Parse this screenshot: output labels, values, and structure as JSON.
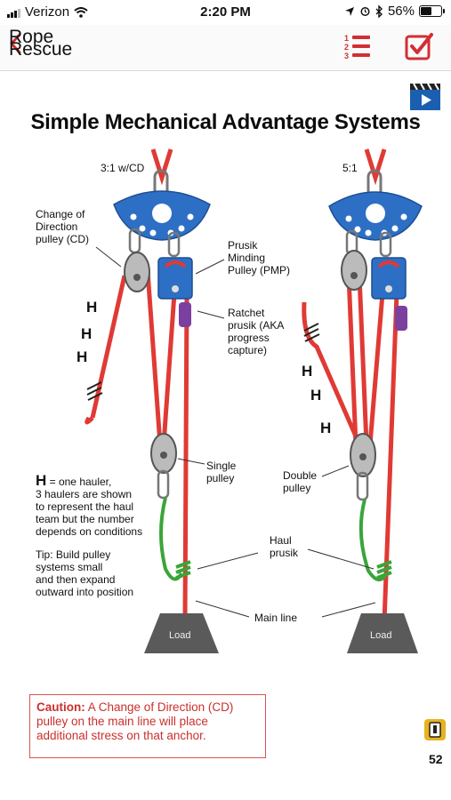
{
  "status_bar": {
    "carrier": "Verizon",
    "time": "2:20 PM",
    "battery": "56%"
  },
  "nav": {
    "back_label": "Rope Rescue",
    "list_icon": "numbered-list-icon",
    "check_icon": "checkbox-icon",
    "list_digits": [
      "1",
      "2",
      "3"
    ]
  },
  "page": {
    "title": "Simple Mechanical Advantage Systems",
    "page_number": "52"
  },
  "diagram": {
    "left_system_label": "3:1 w/CD",
    "right_system_label": "5:1",
    "cd_label": "Change of\nDirection\npulley (CD)",
    "pmp_label": "Prusik\nMinding\nPulley (PMP)",
    "ratchet_label": "Ratchet\nprusik (AKA\nprogress\ncapture)",
    "single_pulley_label": "Single\npulley",
    "double_pulley_label": "Double\npulley",
    "haul_prusik_label": "Haul\nprusik",
    "main_line_label": "Main line",
    "load_label_left": "Load",
    "load_label_right": "Load",
    "hauler_mark": "H",
    "legend_h": "H",
    "legend_text": " = one hauler,\n3 haulers are shown\nto represent the haul\nteam but the number\ndepends on conditions",
    "tip_text": "Tip: Build pulley\nsystems small\nand then expand\noutward into position"
  },
  "caution": {
    "label": "Caution:",
    "text": " A Change of Direction (CD) pulley on the main line will place additional stress on that anchor."
  },
  "colors": {
    "accent": "#d22f33",
    "rope": "#e03a35",
    "anchor_plate": "#2d6fc4",
    "prusik_green": "#3aa53a",
    "ratchet_purple": "#7b3fa0",
    "load": "#5a5a5a"
  }
}
